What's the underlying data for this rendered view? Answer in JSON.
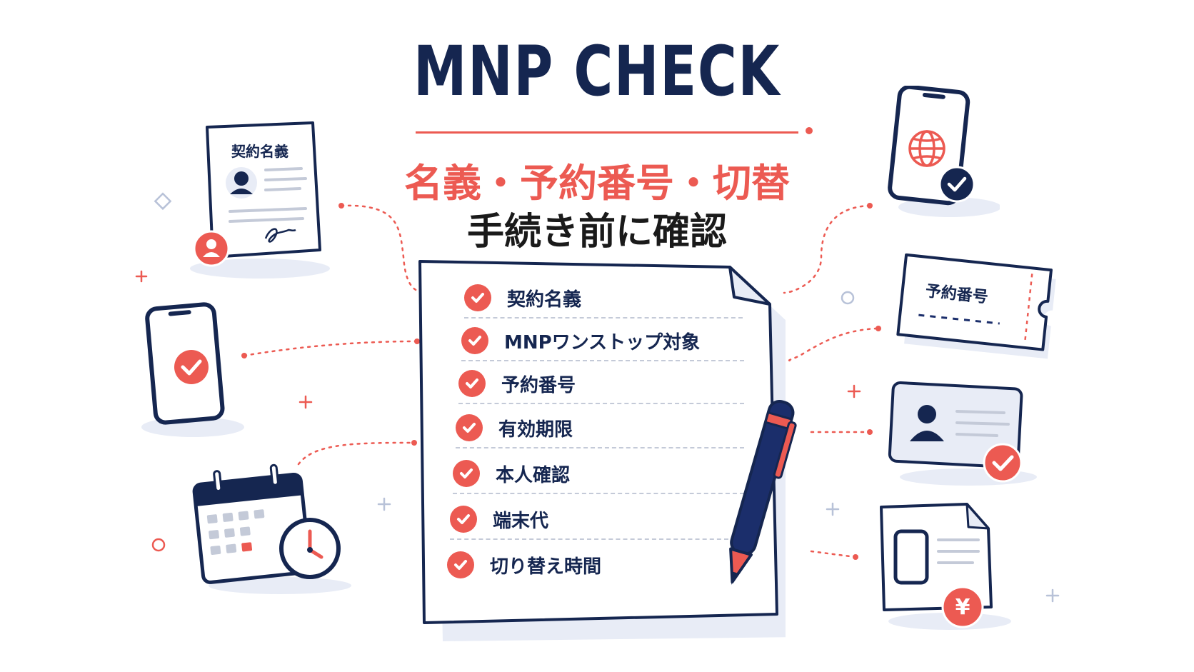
{
  "header": {
    "title": "MNP CHECK",
    "subtitle_red": "名義・予約番号・切替",
    "subtitle_dark": "手続き前に確認"
  },
  "checklist": {
    "items": [
      {
        "label": "契約名義",
        "checked": true
      },
      {
        "label": "MNPワンストップ対象",
        "checked": true
      },
      {
        "label": "予約番号",
        "checked": true
      },
      {
        "label": "有効期限",
        "checked": true
      },
      {
        "label": "本人確認",
        "checked": true
      },
      {
        "label": "端末代",
        "checked": true
      },
      {
        "label": "切り替え時間",
        "checked": true
      }
    ]
  },
  "cards": {
    "contract_card_title": "契約名義",
    "reservation_ticket_title": "予約番号",
    "yen_symbol": "¥"
  },
  "colors": {
    "navy": "#152650",
    "accent_red": "#ec5a52",
    "light_blue": "#e8ecf6"
  }
}
